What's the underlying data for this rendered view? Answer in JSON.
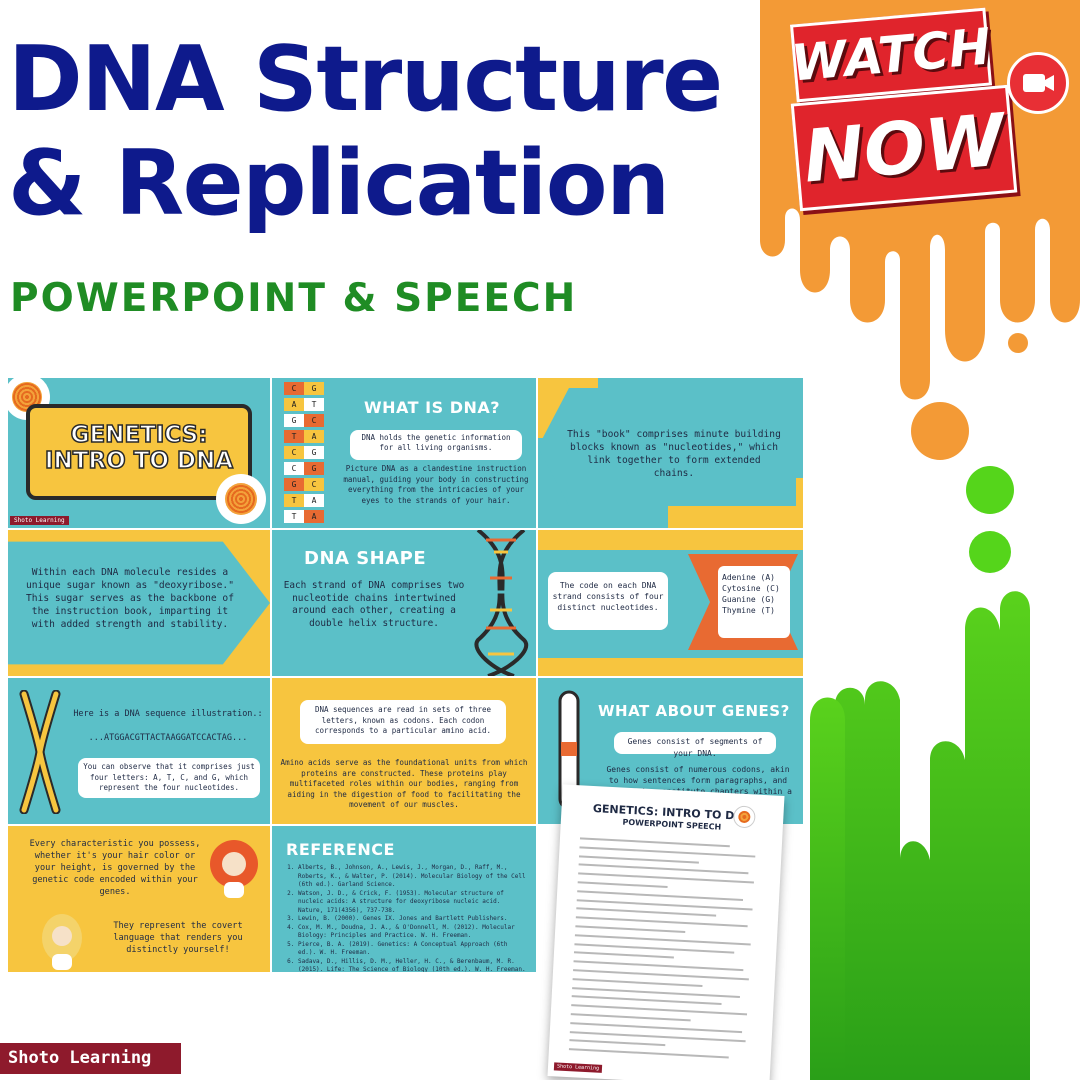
{
  "header": {
    "title_line1": "DNA Structure",
    "title_line2": "& Replication",
    "subtitle": "POWERPOINT & SPEECH"
  },
  "badge": {
    "watch": "WATCH",
    "now": "NOW",
    "icon": "video-camera-icon"
  },
  "slides": {
    "s1": {
      "title_line1": "GENETICS:",
      "title_line2": "INTRO TO DNA",
      "tag": "Shoto Learning"
    },
    "s2": {
      "title": "WHAT IS DNA?",
      "card": "DNA holds the genetic information for all living organisms.",
      "body": "Picture DNA as a clandestine instruction manual, guiding your body in constructing everything from the intricacies of your eyes to the strands of your hair.",
      "ladder": [
        [
          "C",
          "G"
        ],
        [
          "A",
          "T"
        ],
        [
          "G",
          "C"
        ],
        [
          "T",
          "A"
        ],
        [
          "C",
          "G"
        ],
        [
          "C",
          "G"
        ],
        [
          "G",
          "C"
        ],
        [
          "T",
          "A"
        ],
        [
          "T",
          "A"
        ]
      ]
    },
    "s3": {
      "body": "This \"book\" comprises minute building blocks known as \"nucleotides,\" which link together to form extended chains."
    },
    "s4": {
      "body": "Within each DNA molecule resides a unique sugar known as \"deoxyribose.\" This sugar serves as the backbone of the instruction book, imparting it with added strength and stability."
    },
    "s5": {
      "title": "DNA SHAPE",
      "body": "Each strand of DNA comprises two nucleotide chains intertwined around each other, creating a double helix structure."
    },
    "s6": {
      "card": "The code on each DNA strand consists of four distinct nucleotides.",
      "bases": [
        "Adenine (A)",
        "Cytosine (C)",
        "Guanine (G)",
        "Thymine (T)"
      ]
    },
    "s7": {
      "intro": "Here is a DNA sequence illustration.:",
      "sequence": "...ATGGACGTTACTAAGGATCCACTAG...",
      "card": "You can observe that it comprises just four letters: A, T, C, and G, which represent the four nucleotides."
    },
    "s8": {
      "card": "DNA sequences are read in sets of three letters, known as codons. Each codon corresponds to a particular amino acid.",
      "body": "Amino acids serve as the foundational units from which proteins are constructed. These proteins play multifaceted roles within our bodies, ranging from aiding in the digestion of food to facilitating the movement of our muscles."
    },
    "s9": {
      "title": "WHAT ABOUT GENES?",
      "card": "Genes consist of segments of your DNA.",
      "body": "Genes consist of numerous codons, akin to how sentences form paragraphs, and paragraphs constitute chapters within a book."
    },
    "s10": {
      "body1": "Every characteristic you possess, whether it's your hair color or your height, is governed by the genetic code encoded within your genes.",
      "body2": "They represent the covert language that renders you distinctly yourself!"
    },
    "s11": {
      "title": "REFERENCE",
      "refs": [
        "Alberts, B., Johnson, A., Lewis, J., Morgan, D., Raff, M., Roberts, K., & Walter, P. (2014). Molecular Biology of the Cell (6th ed.). Garland Science.",
        "Watson, J. D., & Crick, F. (1953). Molecular structure of nucleic acids: A structure for deoxyribose nucleic acid. Nature, 171(4356), 737-738.",
        "Lewin, B. (2000). Genes IX. Jones and Bartlett Publishers.",
        "Cox, M. M., Doudna, J. A., & O'Donnell, M. (2012). Molecular Biology: Principles and Practice. W. H. Freeman.",
        "Pierce, B. A. (2019). Genetics: A Conceptual Approach (6th ed.). W. H. Freeman.",
        "Sadava, D., Hillis, D. M., Heller, H. C., & Berenbaum, M. R. (2015). Life: The Science of Biology (10th ed.). W. H. Freeman."
      ]
    }
  },
  "document": {
    "title": "GENETICS: INTRO TO DNA",
    "subtitle": "POWERPOINT SPEECH",
    "tag": "Shoto Learning"
  },
  "footer_tag": "Shoto Learning",
  "colors": {
    "title_blue": "#0e1a8c",
    "subtitle_green": "#1f8c24",
    "slide_teal": "#5bc0c8",
    "slide_yellow": "#f7c53f",
    "accent_orange": "#f39a36",
    "accent_green": "#3aa51c",
    "badge_red": "#e0242c",
    "tag_maroon": "#8e1a2c"
  }
}
